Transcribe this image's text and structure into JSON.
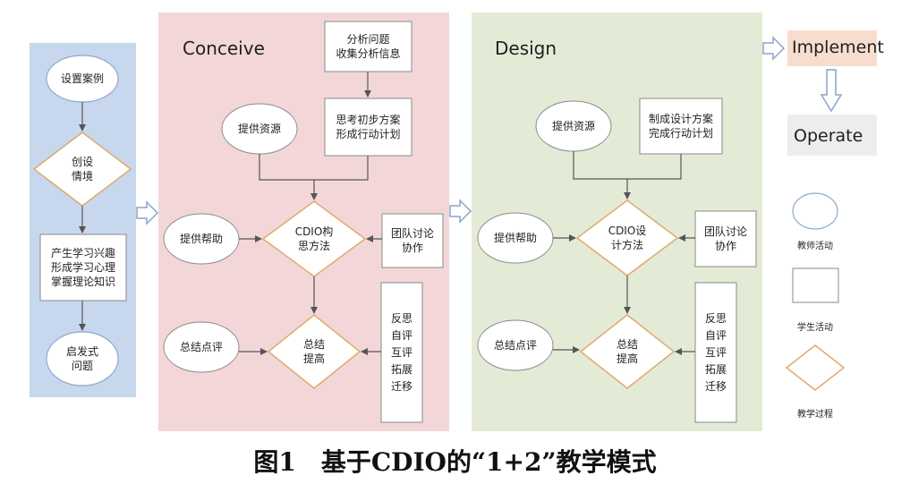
{
  "colors": {
    "left_panel": "#c6d7ee",
    "conceive_panel": "#f3d7d8",
    "design_panel": "#e3ebd6",
    "implement_bg": "#f8dccd",
    "operate_bg": "#ededed",
    "line": "#555555",
    "box_stroke": "#8a8a8a",
    "diamond_stroke": "#e0a96d"
  },
  "phases": {
    "conceive": "Conceive",
    "design": "Design",
    "implement": "Implement",
    "operate": "Operate"
  },
  "left_column": {
    "n1": "设置案例",
    "n2": "创设\n情境",
    "n3": "产生学习兴趣\n形成学习心理\n掌握理论知识",
    "n4": "启发式\n问题"
  },
  "conceive": {
    "analyze": "分析问题\n收集分析信息",
    "resource": "提供资源",
    "think": "思考初步方案\n形成行动计划",
    "help": "提供帮助",
    "cdio": "CDIO构\n思方法",
    "team": "团队讨论\n协作",
    "review": "总结点评",
    "summary": "总结\n提高",
    "reflect": "反思\n自评\n互评\n拓展\n迁移"
  },
  "design": {
    "resource": "提供资源",
    "plan": "制成设计方案\n完成行动计划",
    "help": "提供帮助",
    "cdio": "CDIO设\n计方法",
    "team": "团队讨论\n协作",
    "review": "总结点评",
    "summary": "总结\n提高",
    "reflect": "反思\n自评\n互评\n拓展\n迁移"
  },
  "legend": {
    "teacher": "教师活动",
    "student": "学生活动",
    "process": "教学过程"
  },
  "caption": "图1　基于CDIO的“1+2”教学模式"
}
